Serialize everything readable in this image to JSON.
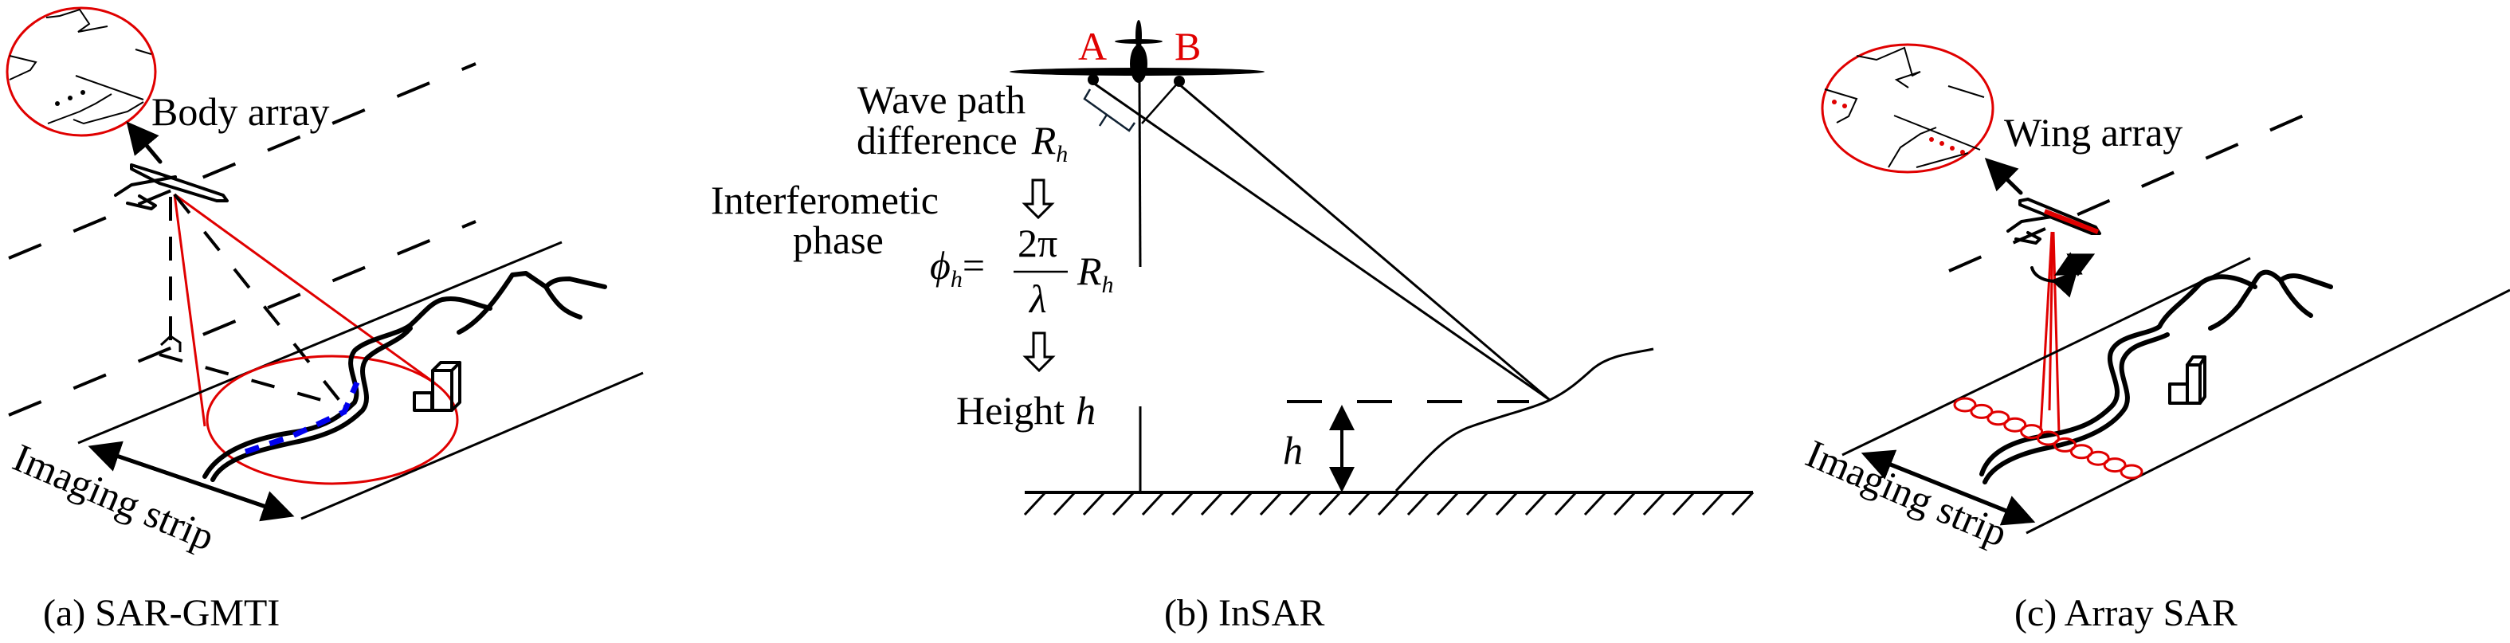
{
  "panels": {
    "a": {
      "caption": "(a) SAR-GMTI",
      "inset_label": "Body array",
      "strip_label": "Imaging strip"
    },
    "b": {
      "caption": "(b) InSAR",
      "antenna_a": "A",
      "antenna_b": "B",
      "wave_path_line1": "Wave path",
      "wave_path_line2": "difference",
      "R": "R",
      "R_sub": "h",
      "phase_line1": "Interferometic",
      "phase_line2": "phase",
      "phi": "ϕ",
      "phi_sub": "h",
      "equals": "=",
      "numerator": "2π",
      "denominator": "λ",
      "height_label": "Height",
      "height_symbol": "h",
      "h_marker": "h"
    },
    "c": {
      "caption": "(c) Array SAR",
      "inset_label": "Wing array",
      "strip_label": "Imaging strip"
    }
  },
  "colors": {
    "beam": "#e00000",
    "target": "#0000ee",
    "ink": "#000000"
  }
}
